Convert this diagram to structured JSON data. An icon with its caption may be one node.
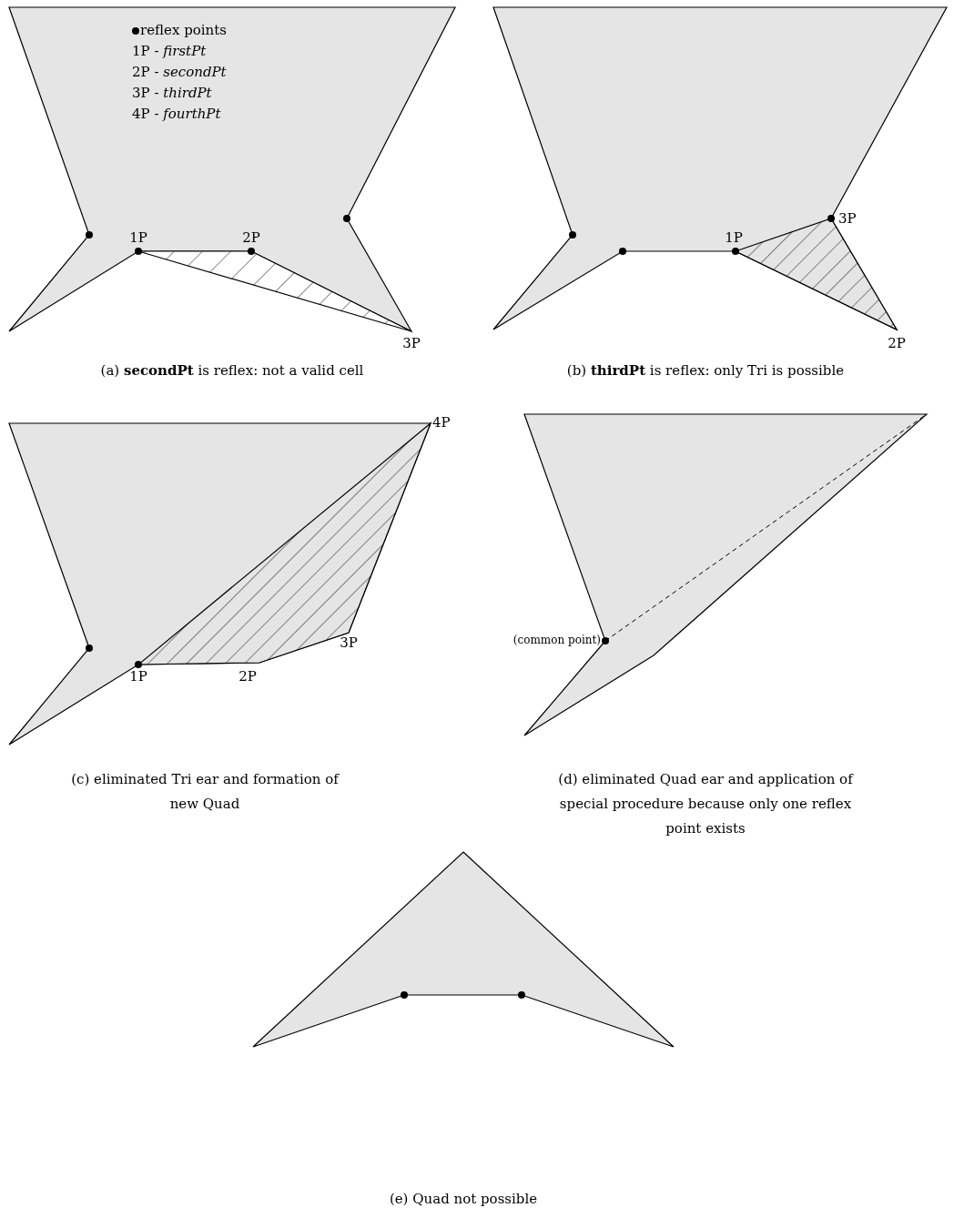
{
  "diagram": {
    "labels": [
      "1P - *firstPt*",
      "2P - *secondPt*",
      "3P - *thirdPt*",
      "4P - *fourthPt*",
      "1P",
      "2P",
      "3P",
      "(a) **secondPt** is reflex: not a valid cell",
      "3P",
      "1P",
      "2P",
      "(b) **thirdPt** is reflex: only Tri is possible",
      "4P",
      "3P",
      "1P",
      "2P",
      "(c) eliminated Tri ear and formation of new Quad",
      "(common point)",
      "(d) eliminated Quad ear and application of special procedure because only one reflex point exists",
      "(e) Quad not possible"
    ],
    "legend": [
      {
        "text": "reflex points"
      }
    ]
  }
}
